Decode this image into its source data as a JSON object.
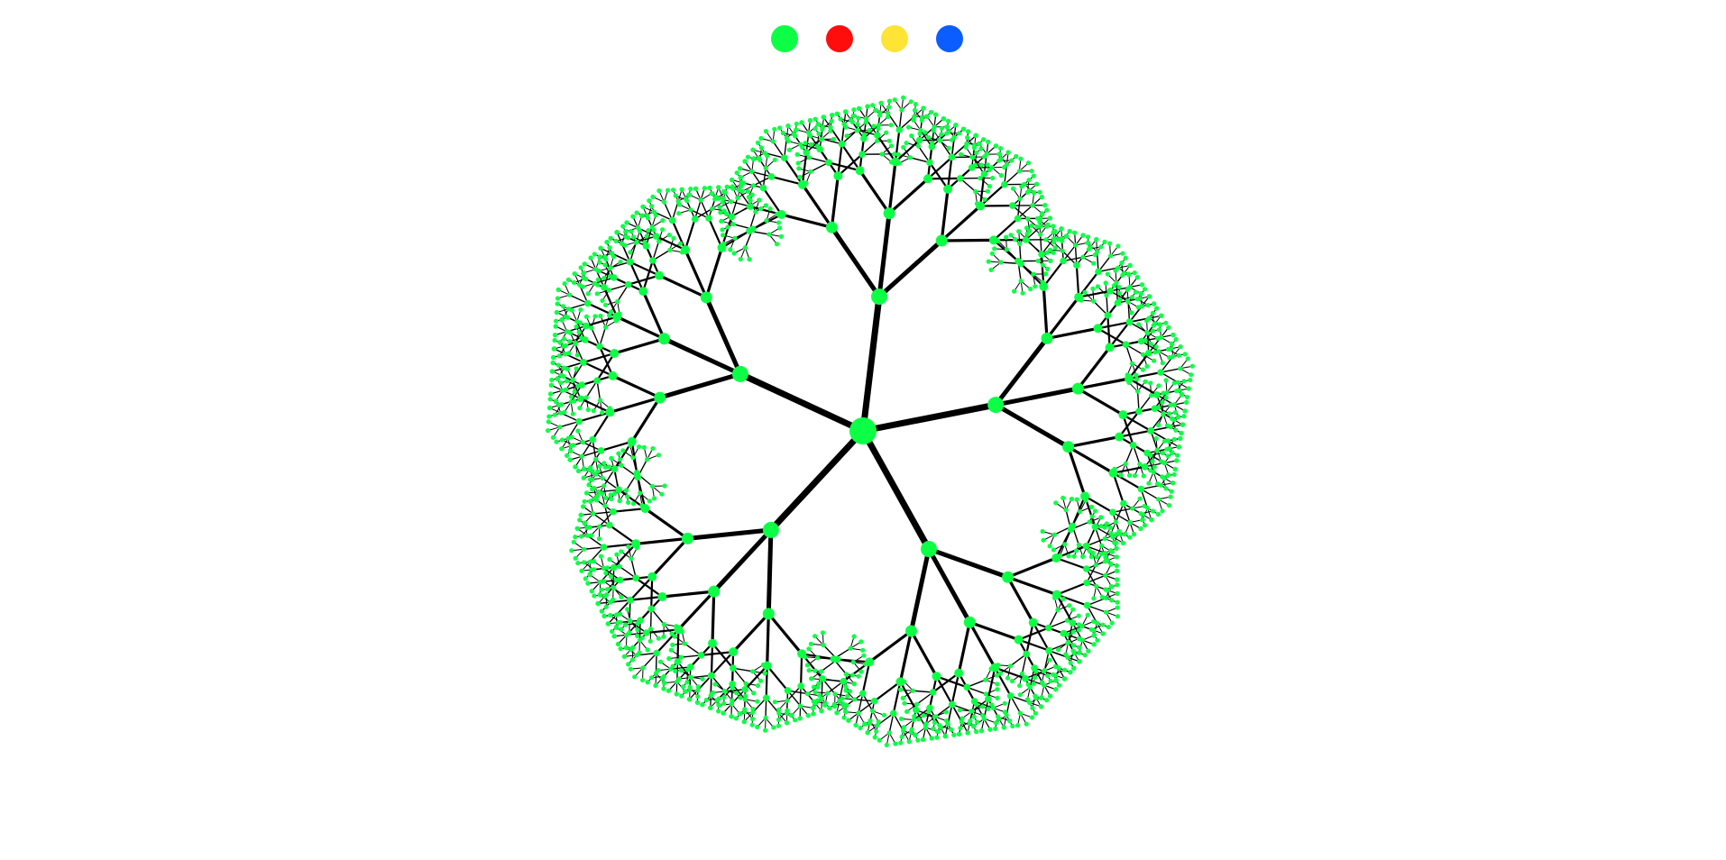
{
  "palette": {
    "swatches": [
      {
        "id": "green",
        "color": "#0dff45"
      },
      {
        "id": "red",
        "color": "#ff0d0d"
      },
      {
        "id": "yellow",
        "color": "#ffe335"
      },
      {
        "id": "blue",
        "color": "#0b5dff"
      }
    ],
    "selected": "green"
  },
  "tree": {
    "branch_color": "#000000",
    "node_color": "#0dff45",
    "main_branches": 5,
    "sub_branches": 3,
    "depth": 5,
    "length_ratio": 0.62
  }
}
